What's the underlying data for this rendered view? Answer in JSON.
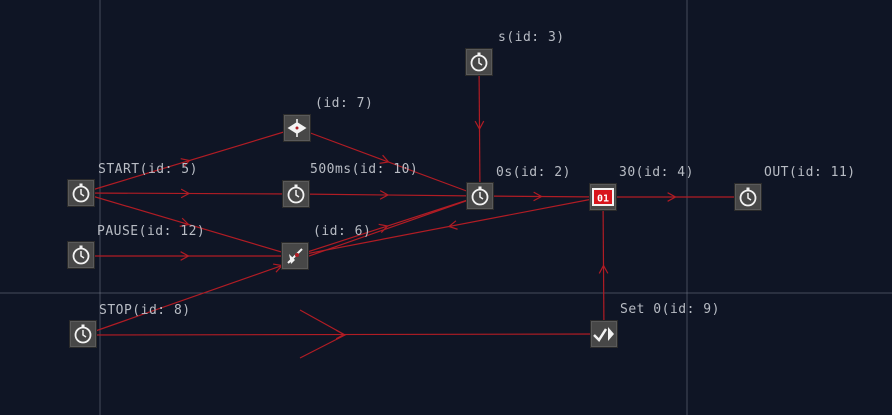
{
  "colors": {
    "background": "#0f1525",
    "wire": "#b01c24",
    "grid_line": "#7c8090",
    "node_fill": "#474747",
    "label_text": "#b8bcc4"
  },
  "nodes": [
    {
      "key": "start",
      "label": "START(id: 5)",
      "icon": "stopwatch-icon"
    },
    {
      "key": "pause",
      "label": "PAUSE(id: 12)",
      "icon": "stopwatch-icon"
    },
    {
      "key": "stop",
      "label": "STOP(id: 8)",
      "icon": "stopwatch-icon"
    },
    {
      "key": "n7",
      "label": "(id: 7)",
      "icon": "spinning-top-icon"
    },
    {
      "key": "ms500",
      "label": "500ms(id: 10)",
      "icon": "stopwatch-icon"
    },
    {
      "key": "n6",
      "label": "(id: 6)",
      "icon": "switch-toggle-icon"
    },
    {
      "key": "s3",
      "label": "s(id: 3)",
      "icon": "stopwatch-icon"
    },
    {
      "key": "s0",
      "label": "0s(id: 2)",
      "icon": "stopwatch-icon"
    },
    {
      "key": "counter",
      "label": "30(id: 4)",
      "icon": "counter-display-icon",
      "display": "01"
    },
    {
      "key": "out",
      "label": "OUT(id: 11)",
      "icon": "stopwatch-icon"
    },
    {
      "key": "set0",
      "label": "Set 0(id: 9)",
      "icon": "set-value-icon"
    }
  ]
}
